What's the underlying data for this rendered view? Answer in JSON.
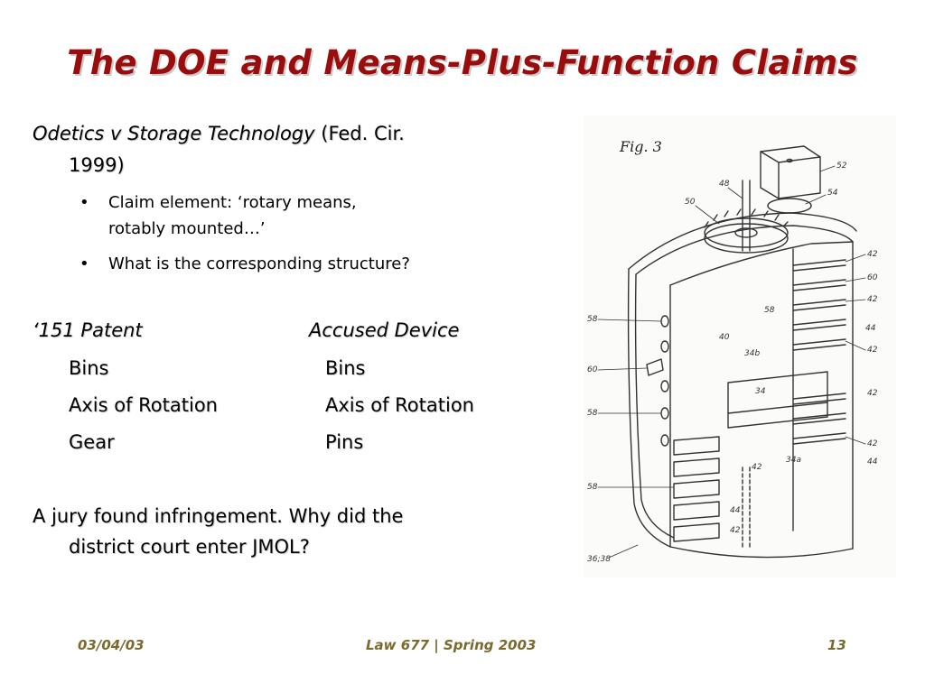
{
  "slide": {
    "title": "The DOE and Means-Plus-Function Claims"
  },
  "content": {
    "case_name": "Odetics v Storage Technology",
    "case_court": "(Fed. Cir.",
    "case_year": "1999)",
    "bullets": [
      {
        "lines": [
          "Claim element:  ‘rotary means,",
          "rotably mounted…’"
        ]
      },
      {
        "lines": [
          "What is the corresponding structure?"
        ]
      }
    ],
    "comparison": {
      "left_header": "‘151 Patent",
      "right_header": "Accused Device",
      "rows": [
        {
          "left": "Bins",
          "right": "Bins"
        },
        {
          "left": "Axis of Rotation",
          "right": "Axis of Rotation"
        },
        {
          "left": "Gear",
          "right": "Pins"
        }
      ]
    },
    "conclusion": [
      "A jury found infringement.  Why did the",
      "district court enter JMOL?"
    ]
  },
  "figure": {
    "caption": "Fig. 3",
    "labels": [
      "52",
      "48",
      "54",
      "50",
      "42",
      "60",
      "42",
      "58",
      "44",
      "42",
      "40",
      "34b",
      "58",
      "60",
      "34",
      "42",
      "58",
      "42",
      "34a",
      "44",
      "42",
      "58",
      "44",
      "42",
      "36;38"
    ]
  },
  "footer": {
    "date": "03/04/03",
    "course": "Law 677 | Spring 2003",
    "page": "13"
  }
}
